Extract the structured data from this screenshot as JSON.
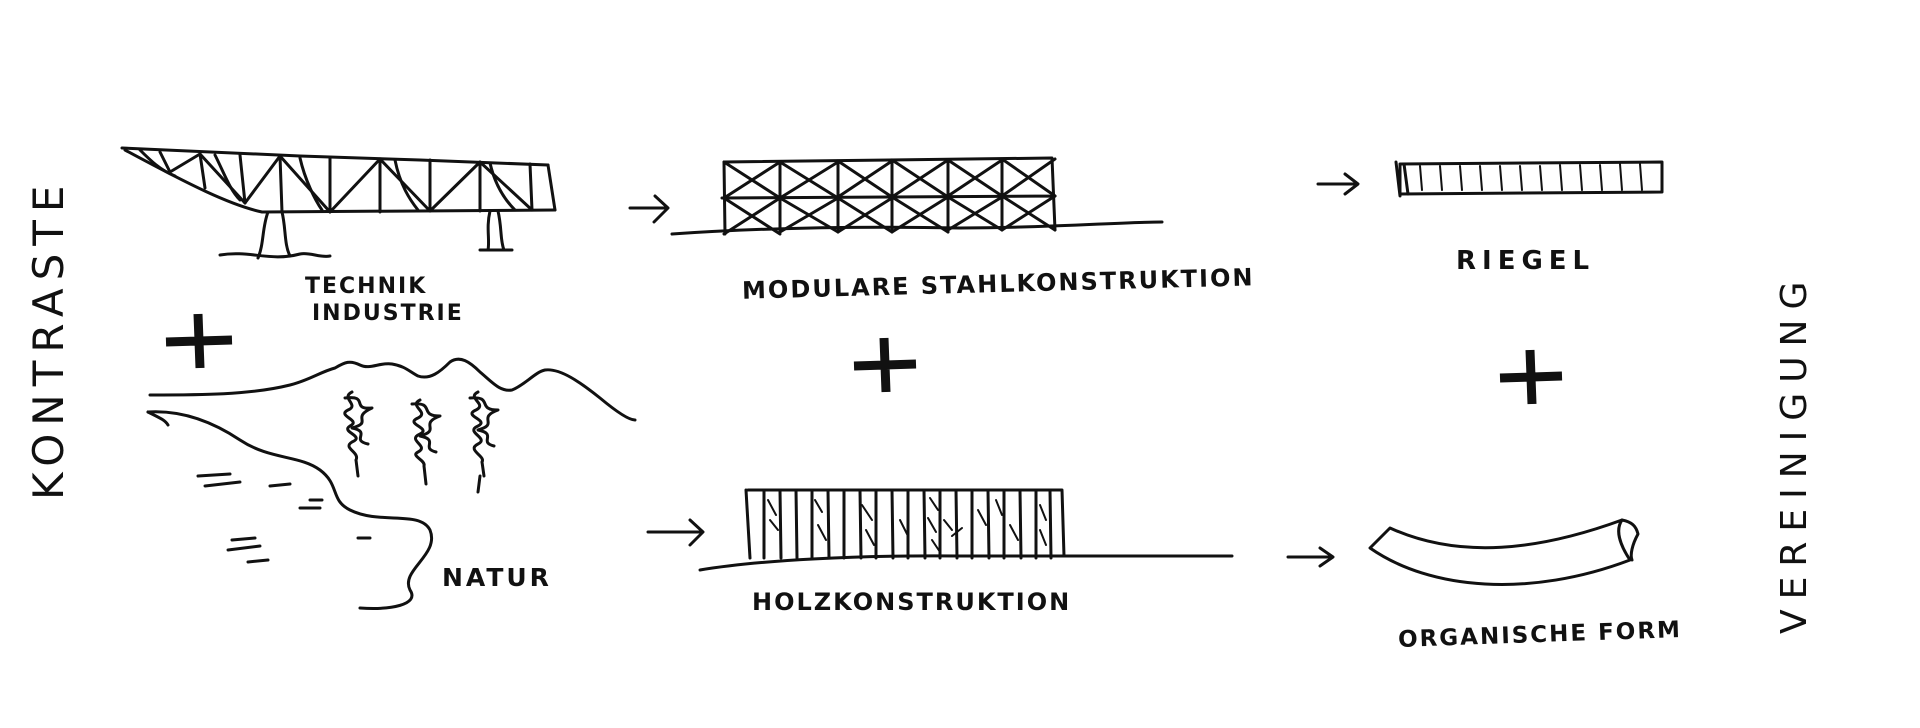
{
  "left_title": "KONTRASTE",
  "right_title": "VEREINIGUNG",
  "labels": {
    "technik": "TECHNIK",
    "industrie": "INDUSTRIE",
    "natur": "NATUR",
    "modular": "MODULARE STAHLKONSTRUKTION",
    "holz": "HOLZKONSTRUKTION",
    "riegel": "RIEGEL",
    "organisch": "ORGANISCHE FORM"
  },
  "operators": {
    "plus": "+",
    "arrow": "→"
  },
  "colors": {
    "ink": "#111111",
    "paper": "#ffffff"
  }
}
